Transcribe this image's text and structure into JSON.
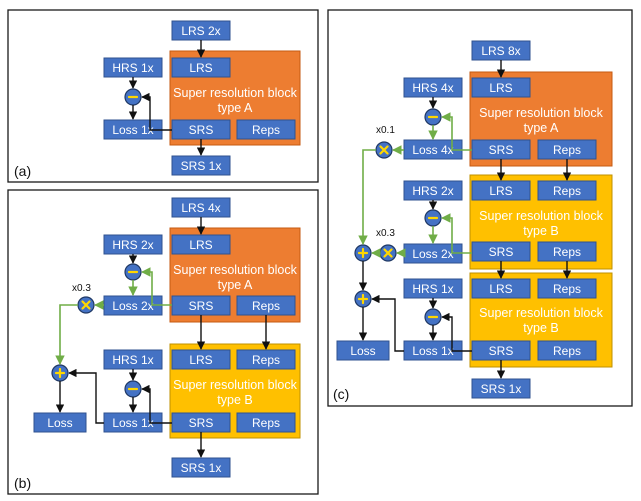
{
  "labels": {
    "lrs": "LRS",
    "srs": "SRS",
    "reps": "Reps",
    "loss": "Loss",
    "lrs_2x": "LRS 2x",
    "lrs_4x": "LRS 4x",
    "lrs_8x": "LRS 8x",
    "hrs_1x": "HRS 1x",
    "hrs_2x": "HRS 2x",
    "hrs_4x": "HRS 4x",
    "loss_1x": "Loss 1x",
    "loss_2x": "Loss 2x",
    "loss_4x": "Loss 4x",
    "srs_1x": "SRS 1x",
    "block_line1": "Super resolution block",
    "type_a": "type A",
    "type_b": "type B",
    "w_01": "x0.1",
    "w_03": "x0.3",
    "panel_a": "(a)",
    "panel_b": "(b)",
    "panel_c": "(c)"
  },
  "colors": {
    "box_blue": "#4472C4",
    "block_orange": "#ED7D31",
    "block_yellow": "#FFC000",
    "weight_line_green": "#70AD47",
    "operator_glyph": "#FFD700"
  },
  "icons": [
    "minus-operator-icon",
    "multiply-operator-icon",
    "plus-operator-icon",
    "arrow-icon"
  ]
}
